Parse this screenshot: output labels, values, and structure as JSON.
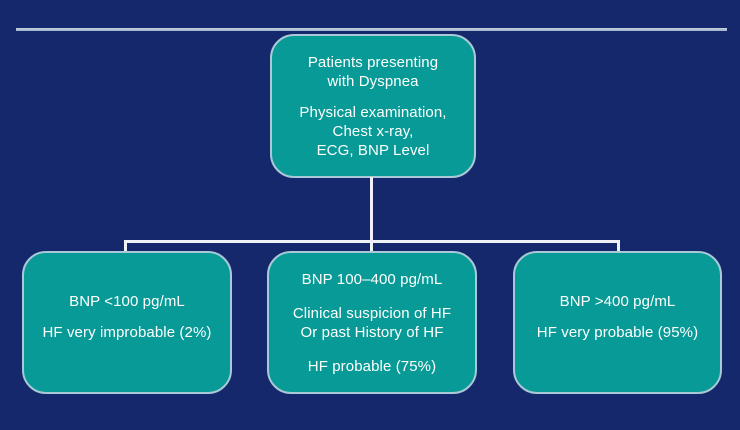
{
  "colors": {
    "background": "#16286c",
    "node_fill": "#089a96",
    "node_border": "#a9c9d8",
    "connector": "#eef2f7",
    "top_rule": "#9fb2c9",
    "top_rule_hi": "#c6d2e0",
    "text": "#ffffff"
  },
  "nodes": {
    "top": {
      "l1": "Patients presenting",
      "l2": "with Dyspnea",
      "l3": "Physical examination,",
      "l4": "Chest x-ray,",
      "l5": "ECG, BNP Level"
    },
    "left": {
      "l1": "BNP <100 pg/mL",
      "l2": "HF very improbable (2%)"
    },
    "middle": {
      "l1": "BNP 100–400 pg/mL",
      "l2": "Clinical suspicion of HF",
      "l3": "Or past History of HF",
      "l4": "HF probable (75%)"
    },
    "right": {
      "l1": "BNP >400 pg/mL",
      "l2": "HF very probable (95%)"
    }
  }
}
